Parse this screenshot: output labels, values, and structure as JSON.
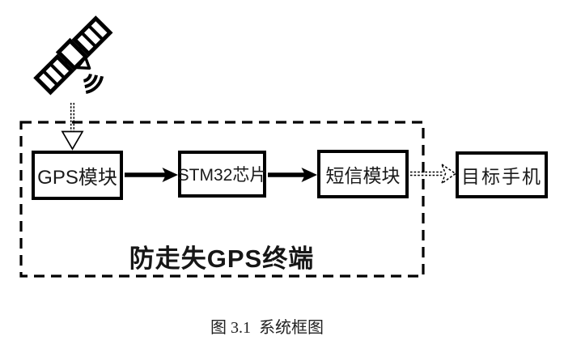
{
  "figure": {
    "colors": {
      "ink": "#000000",
      "background": "#ffffff"
    },
    "icons": {
      "satellite": "satellite-icon",
      "signal_waves": "signal-waves-icon",
      "downlink_arrow": "hollow-down-arrow-icon",
      "flow_arrow": "solid-right-arrow-icon",
      "wireless_arrow": "dashed-right-arrow-icon"
    },
    "nodes": [
      {
        "label": "GPS模块"
      },
      {
        "label": "STM32芯片"
      },
      {
        "label": "短信模块"
      },
      {
        "label": "目标手机"
      }
    ],
    "container_label": "防走失GPS终端",
    "caption": "图 3.1  系统框图"
  }
}
